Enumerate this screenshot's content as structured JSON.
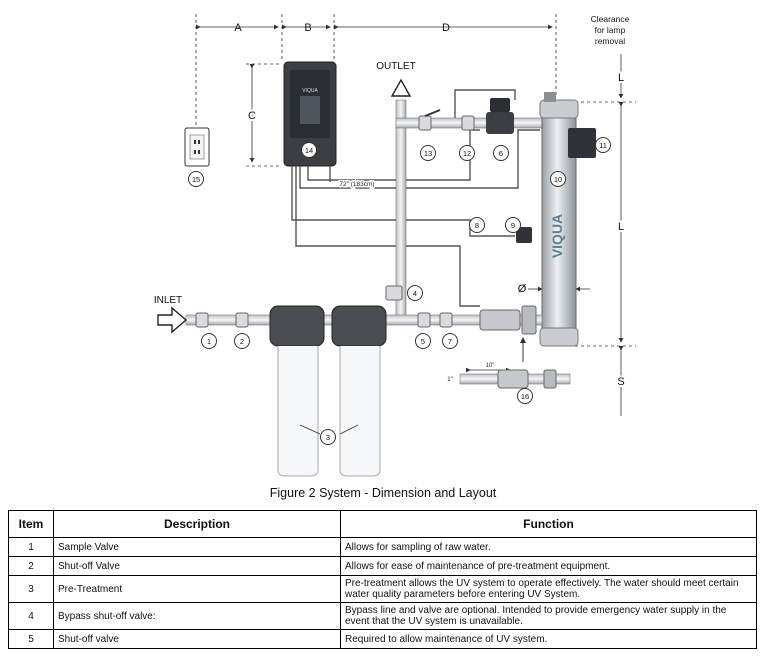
{
  "dimensions": {
    "a": "A",
    "b": "B",
    "c": "C",
    "d": "D",
    "l": "L",
    "s": "S",
    "dia": "Ø"
  },
  "clearance": [
    "Clearance",
    "for lamp",
    "removal"
  ],
  "labels": {
    "outlet": "OUTLET",
    "inlet": "INLET",
    "cable": "72\" (183cm)",
    "len10": "10\"",
    "in1": "1\""
  },
  "brand": "VIQUA",
  "callouts": {
    "c1": "1",
    "c2": "2",
    "c3": "3",
    "c4": "4",
    "c5": "5",
    "c6": "6",
    "c7": "7",
    "c8": "8",
    "c9": "9",
    "c10": "10",
    "c11": "11",
    "c12": "12",
    "c13": "13",
    "c14": "14",
    "c15": "15",
    "c16": "16"
  },
  "caption": "Figure 2 System - Dimension and Layout",
  "table": {
    "headers": [
      "Item",
      "Description",
      "Function"
    ],
    "rows": [
      {
        "item": "1",
        "description": "Sample Valve",
        "function": "Allows for sampling of raw water."
      },
      {
        "item": "2",
        "description": "Shut-off Valve",
        "function": "Allows for ease of maintenance of pre-treatment equipment."
      },
      {
        "item": "3",
        "description": "Pre-Treatment",
        "function": "Pre-treatment allows the UV system to operate effectively. The water should meet certain water quality parameters before entering UV System."
      },
      {
        "item": "4",
        "description": "Bypass shut-off valve:",
        "function": "Bypass line and valve are optional. Intended to provide emergency water supply in the event that the UV system is unavailable."
      },
      {
        "item": "5",
        "description": "Shut-off valve",
        "function": "Required to allow maintenance of UV system."
      }
    ]
  }
}
